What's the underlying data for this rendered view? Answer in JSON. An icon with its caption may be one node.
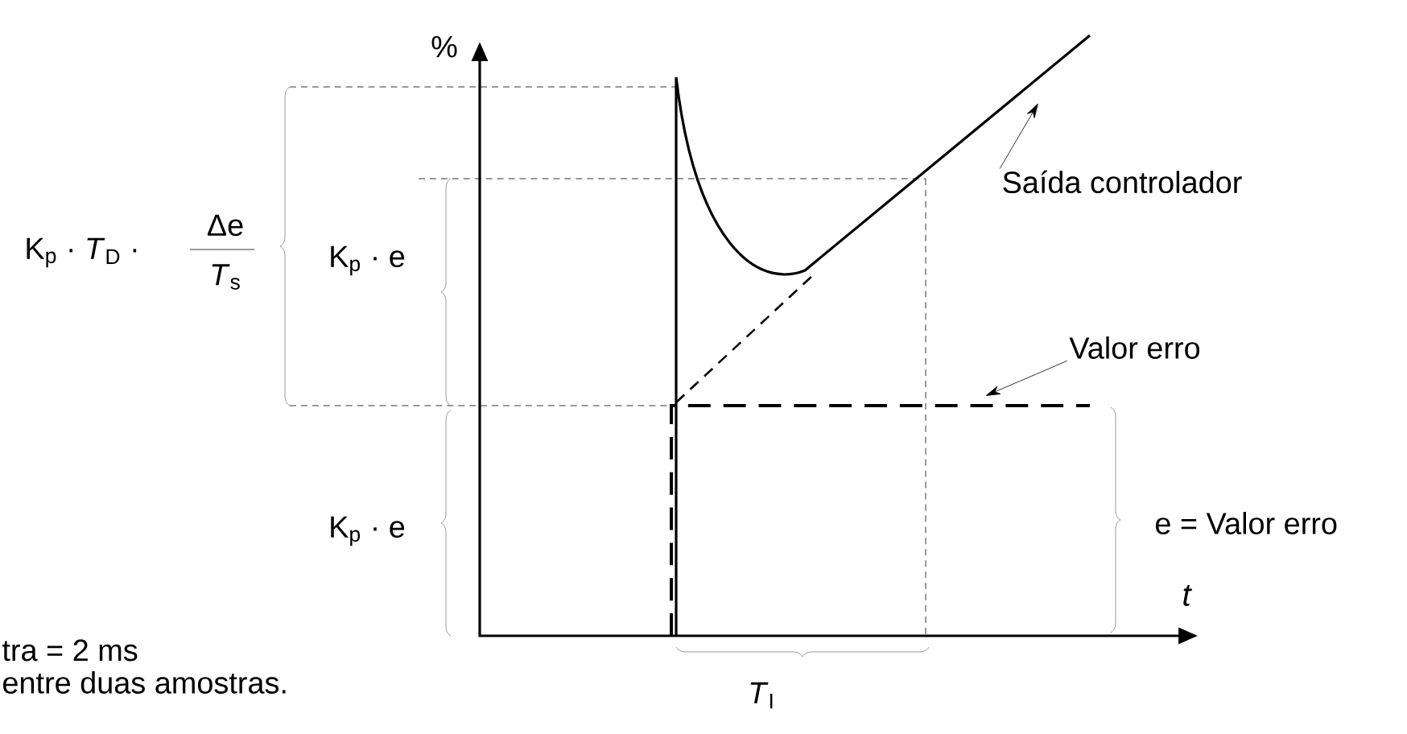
{
  "diagram": {
    "nodes": [
      {
        "text": [
          "Saída controlador"
        ]
      },
      {
        "text": [
          "Valor erro"
        ]
      }
    ],
    "edges": [
      {
        "from": 0,
        "to": null,
        "arrow": "to"
      },
      {
        "from": 1,
        "to": null,
        "arrow": "to"
      }
    ],
    "labels": [
      "%",
      "K$_{p}$ · *T*$_{D}$ ·",
      "Δe",
      "*T*$_{s}$",
      "K$_{p}$ · e",
      "K$_{p}$ · e",
      "e = Valor erro",
      "t",
      "*T*$_{I}$",
      "tra = 2 ms",
      "entre duas amostras."
    ]
  }
}
